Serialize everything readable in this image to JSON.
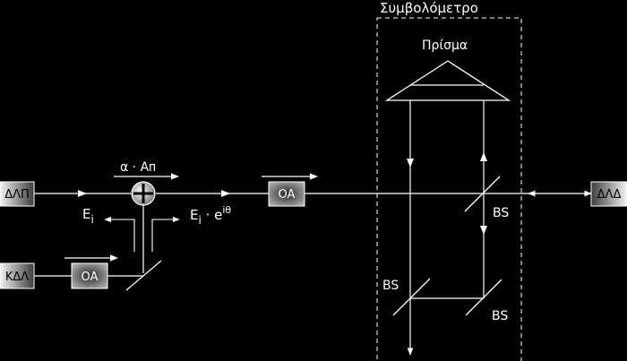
{
  "diagram": {
    "interferometer_title": "Συμβολόμετρο",
    "prism_label": "Πρίσμα",
    "source_left": "ΔΛΠ",
    "source_bottom": "ΚΔΛ",
    "detector_right": "ΔΛΔ",
    "amp_main": "OA",
    "amp_bottom": "OA",
    "beam_splitter_right": "BS",
    "beam_splitter_bottom_left": "BS",
    "beam_splitter_bottom_right": "BS",
    "combiner_top_label": "α · Aᴨ",
    "field_in": "E",
    "field_in_sub": "i",
    "field_out": "E",
    "field_out_sub": "i",
    "field_out_phase": " · e",
    "field_out_phase_exp": "iθ"
  },
  "colors": {
    "background": "#000000",
    "line": "#ffffff",
    "box_gradient_light": "#f2f2f2",
    "box_gradient_dark": "#4a4a4a"
  }
}
